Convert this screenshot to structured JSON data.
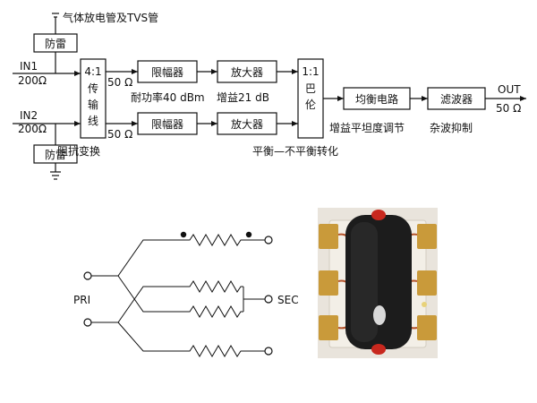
{
  "block_diagram": {
    "gas_tube_label": "气体放电管及TVS管",
    "protect_top": "防雷",
    "protect_bottom": "防雷",
    "in1": "IN1",
    "in1_imp": "200Ω",
    "in2": "IN2",
    "in2_imp": "200Ω",
    "balun_ratio": "4:1",
    "balun_chars": [
      "传",
      "输",
      "线"
    ],
    "imp_50_top": "50 Ω",
    "imp_50_bottom": "50 Ω",
    "limiter_top": "限幅器",
    "limiter_bottom": "限幅器",
    "amp_top": "放大器",
    "amp_bottom": "放大器",
    "power_note": "耐功率40 dBm",
    "gain_note": "增益21 dB",
    "balun2_ratio": "1:1",
    "balun2_chars": [
      "巴",
      "伦"
    ],
    "equalizer": "均衡电路",
    "filter": "滤波器",
    "out": "OUT",
    "out_imp": "50 Ω",
    "impedance_note": "阻抗变换",
    "balance_note": "平衡—不平衡转化",
    "flatness_note": "增益平坦度调节",
    "spurious_note": "杂波抑制"
  },
  "transformer_schematic": {
    "pri_label": "PRI",
    "sec_label": "SEC"
  },
  "photo": {
    "subject": "transformer-component-photo"
  }
}
